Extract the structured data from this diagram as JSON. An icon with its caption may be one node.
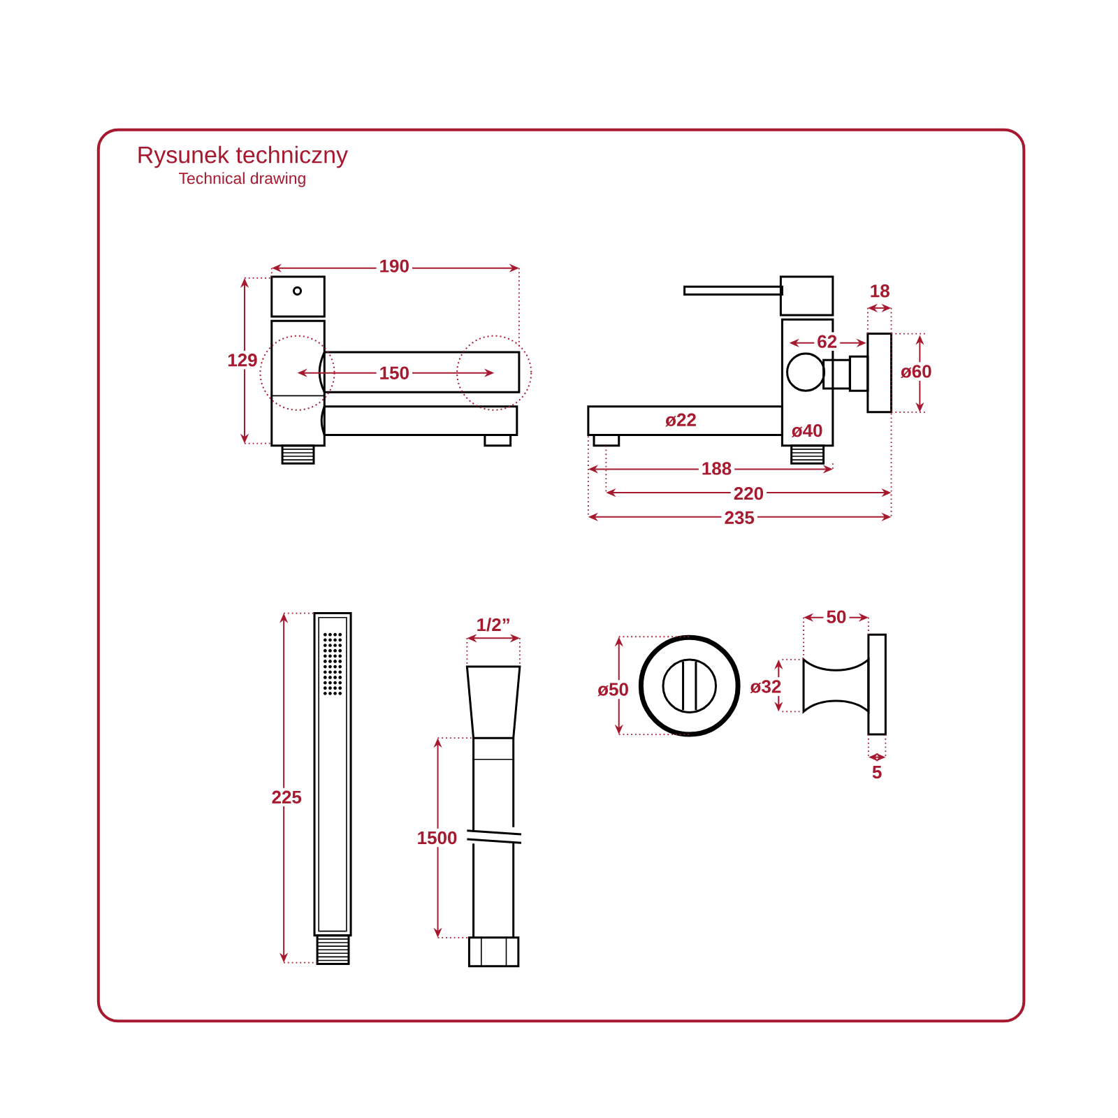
{
  "diagram": {
    "title": "Rysunek techniczny",
    "labels": [
      "Technical drawing",
      "190",
      "129",
      "150",
      "18",
      "62",
      "ø60",
      "ø22",
      "ø40",
      "188",
      "220",
      "235",
      "1/2”",
      "225",
      "1500",
      "50",
      "ø50",
      "ø32",
      "5"
    ]
  }
}
